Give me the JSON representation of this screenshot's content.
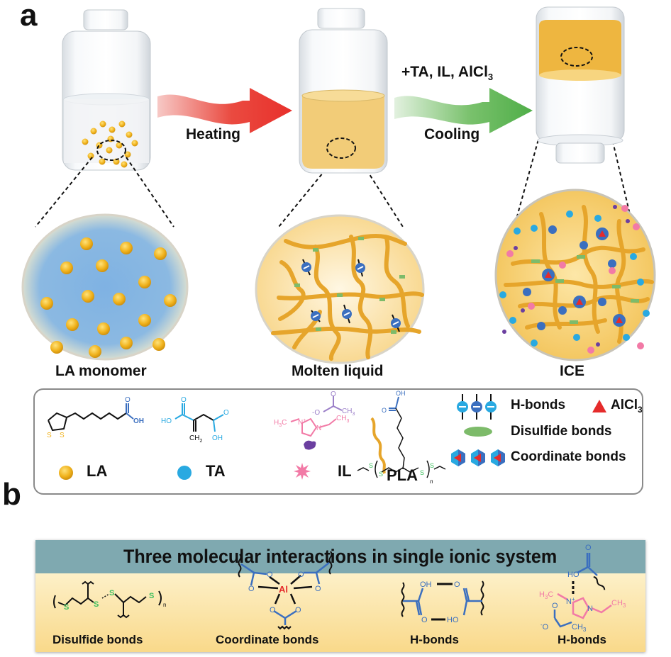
{
  "panel_a": {
    "letter": "a",
    "arrow_heating_label": "Heating",
    "arrow_cooling_top_label": "+TA, IL, AlCl",
    "arrow_cooling_top_subscript": "3",
    "arrow_cooling_label": "Cooling",
    "stages": [
      {
        "label": "LA monomer"
      },
      {
        "label": "Molten liquid"
      },
      {
        "label": "ICE"
      }
    ],
    "colors": {
      "heating_arrow": "#e8302b",
      "cooling_arrow": "#4fae48",
      "la_bead": "#f0b21c",
      "ta_blue": "#29a9e1",
      "hbond_blue": "#3b6fbf",
      "disulfide_green": "#7dbb6a",
      "alcl3_red": "#e52b2b",
      "il_pink": "#f27aa6",
      "il_purple": "#6b3fa0",
      "polymer_orange": "#e6a52b"
    }
  },
  "legend": {
    "la": {
      "label": "LA",
      "chem": {
        "oh": "OH",
        "o": "O",
        "s1": "S",
        "s2": "S"
      }
    },
    "ta": {
      "label": "TA",
      "chem": {
        "ho": "HO",
        "o1": "O",
        "o2": "O",
        "oh": "OH",
        "ch2": "CH",
        "ch2_sub": "2"
      }
    },
    "il": {
      "label": "IL",
      "chem": {
        "h3c": "H",
        "h3c_sub": "3",
        "h3c_c": "C",
        "n_plus": "N",
        "plus": "+",
        "n": "N",
        "ch3a": "CH",
        "ch3a_sub": "3",
        "o_minus": "-O",
        "o": "O",
        "ch3b": "CH",
        "ch3b_sub": "3"
      }
    },
    "pla": {
      "label": "PLA",
      "chem": {
        "oh": "OH",
        "o": "O",
        "s": "S",
        "n": "n"
      }
    },
    "hbonds": {
      "label": "H-bonds"
    },
    "alcl3": {
      "label": "AlCl",
      "sub": "3"
    },
    "disulfide": {
      "label": "Disulfide bonds"
    },
    "coordinate": {
      "label": "Coordinate bonds"
    }
  },
  "panel_b": {
    "letter": "b",
    "title": "Three molecular interactions in single ionic system",
    "items": [
      {
        "label": "Disulfide bonds",
        "chem": {
          "s": "S",
          "n": "n"
        }
      },
      {
        "label": "Coordinate bonds",
        "chem": {
          "al": "Al",
          "o": "O"
        }
      },
      {
        "label": "H-bonds",
        "chem": {
          "oh": "OH",
          "ho": "HO",
          "o": "O"
        }
      },
      {
        "label": "H-bonds",
        "chem": {
          "ho": "HO",
          "o": "O",
          "h3c": "H",
          "h3c_sub": "3",
          "h3c_c": "C",
          "n_plus": "N",
          "plus": "+",
          "n": "N",
          "ch3": "CH",
          "ch3_sub": "3",
          "o_minus": "O",
          "minus": "-"
        }
      }
    ]
  }
}
